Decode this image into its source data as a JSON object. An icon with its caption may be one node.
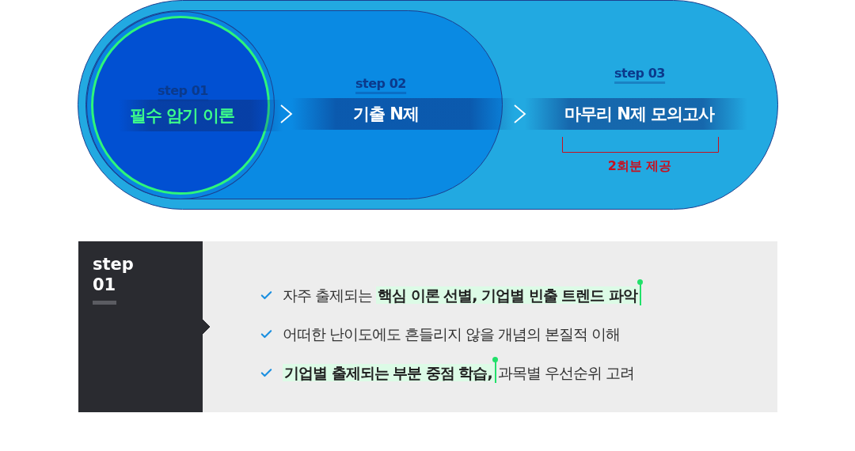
{
  "diagram": {
    "nodes": [
      {
        "text": [
          "step 03"
        ]
      },
      {
        "text": [
          "step 02"
        ],
        "in": 0
      },
      {
        "text": [
          "step 01"
        ],
        "in": 1
      },
      {
        "text": [
          "필수 암기 이론"
        ],
        "in": 2
      },
      {
        "text": [
          "기출 N제"
        ],
        "in": 1
      },
      {
        "text": [
          "마무리 N제 모의고사"
        ],
        "in": 0,
        "beside": [
          "2회분 제공"
        ]
      },
      {
        "text": [
          "step 01"
        ]
      },
      {
        "text": [
          "자주 출제되는 **핵심 이론 선별, 기업별 빈출 트렌드 파악**",
          "어떠한 난이도에도 흔들리지 않을 개념의 본질적 이해",
          "**기업별 출제되는 부분 중점 학습,** 과목별 우선순위 고려"
        ]
      }
    ],
    "edges": [
      {
        "from": 3,
        "to": 4,
        "arrow": "to"
      },
      {
        "from": 4,
        "to": 5,
        "arrow": "to"
      },
      {
        "from": 6,
        "to": 7,
        "arrow": "to"
      }
    ]
  }
}
